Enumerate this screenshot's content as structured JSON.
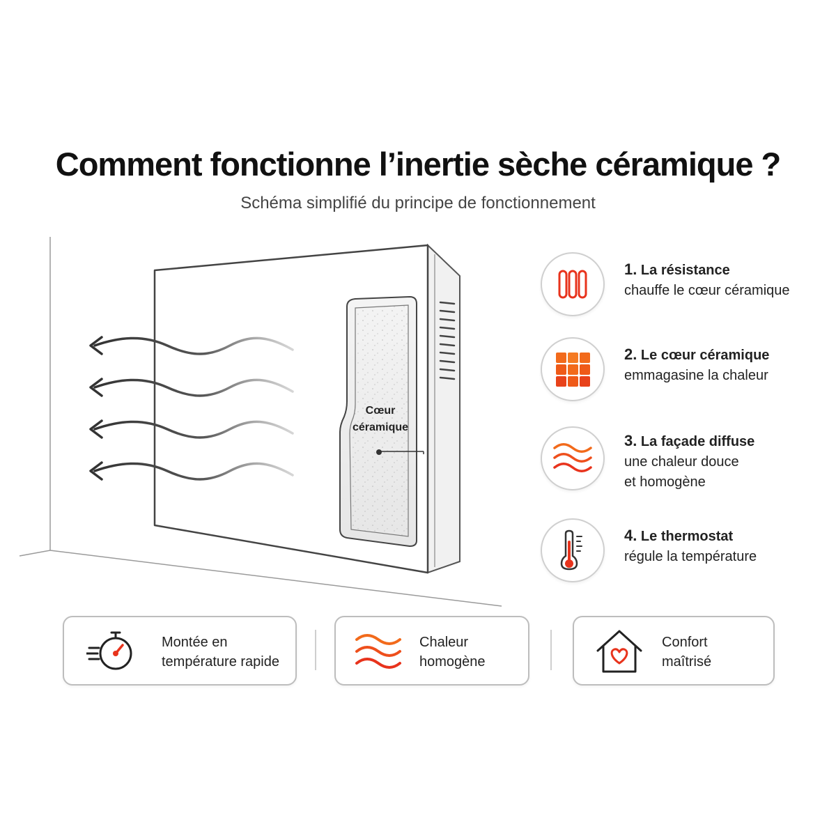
{
  "header": {
    "title": "Comment fonctionne l’inertie sèche céramique ?",
    "subtitle": "Schéma simplifié du principe de fonctionnement"
  },
  "diagram": {
    "core_label_line1": "Cœur",
    "core_label_line2": "céramique"
  },
  "steps": [
    {
      "number": "1.",
      "head": "La résistance",
      "body": "chauffe le cœur céramique",
      "icon": "heating-coil-icon"
    },
    {
      "number": "2.",
      "head": "Le cœur céramique",
      "body": "emmagasine la chaleur",
      "icon": "ceramic-grid-icon"
    },
    {
      "number": "3.",
      "head": "La façade diffuse",
      "body": "une chaleur douce\net homogène",
      "icon": "heat-waves-icon"
    },
    {
      "number": "4.",
      "head": "Le thermostat",
      "body": "régule la température",
      "icon": "thermometer-icon"
    }
  ],
  "features": [
    {
      "label": "Montée en\ntempérature rapide",
      "icon": "stopwatch-icon"
    },
    {
      "label": "Chaleur\nhomogène",
      "icon": "heat-waves-icon"
    },
    {
      "label": "Confort\nmaîtrisé",
      "icon": "house-heart-icon"
    }
  ],
  "colors": {
    "accent_red": "#e8331c",
    "accent_orange": "#f26a1b",
    "line_dark": "#333333"
  }
}
